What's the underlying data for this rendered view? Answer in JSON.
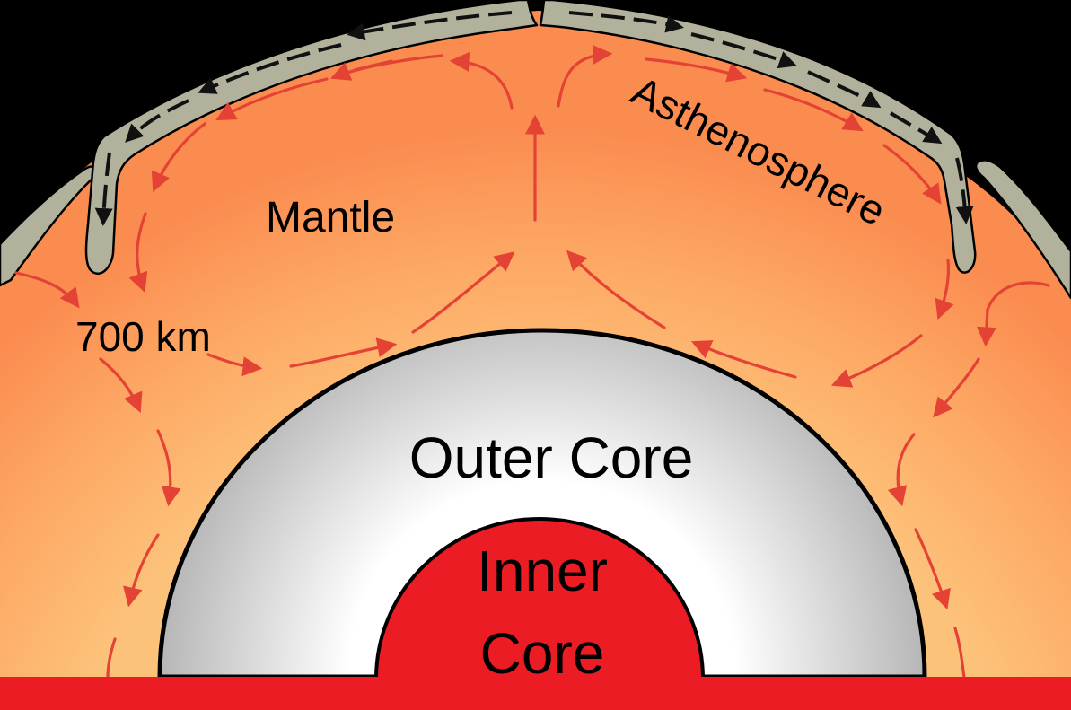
{
  "labels": {
    "asthenosphere": "Asthenosphere",
    "mantle": "Mantle",
    "depth": "700 km",
    "outer_core": "Outer Core",
    "inner_core_line1": "Inner",
    "inner_core_line2": "Core"
  },
  "colors": {
    "background": "#000000",
    "mantle_outer": "#fb8c50",
    "mantle_inner": "#fdc27a",
    "crust": "#b1b19c",
    "convection_arrow": "#e34234",
    "plate_arrow": "#111111",
    "outer_core_edge": "#b7b7b7",
    "outer_core_center": "#ffffff",
    "inner_core": "#ec1c24",
    "base_band": "#ec1c24"
  }
}
